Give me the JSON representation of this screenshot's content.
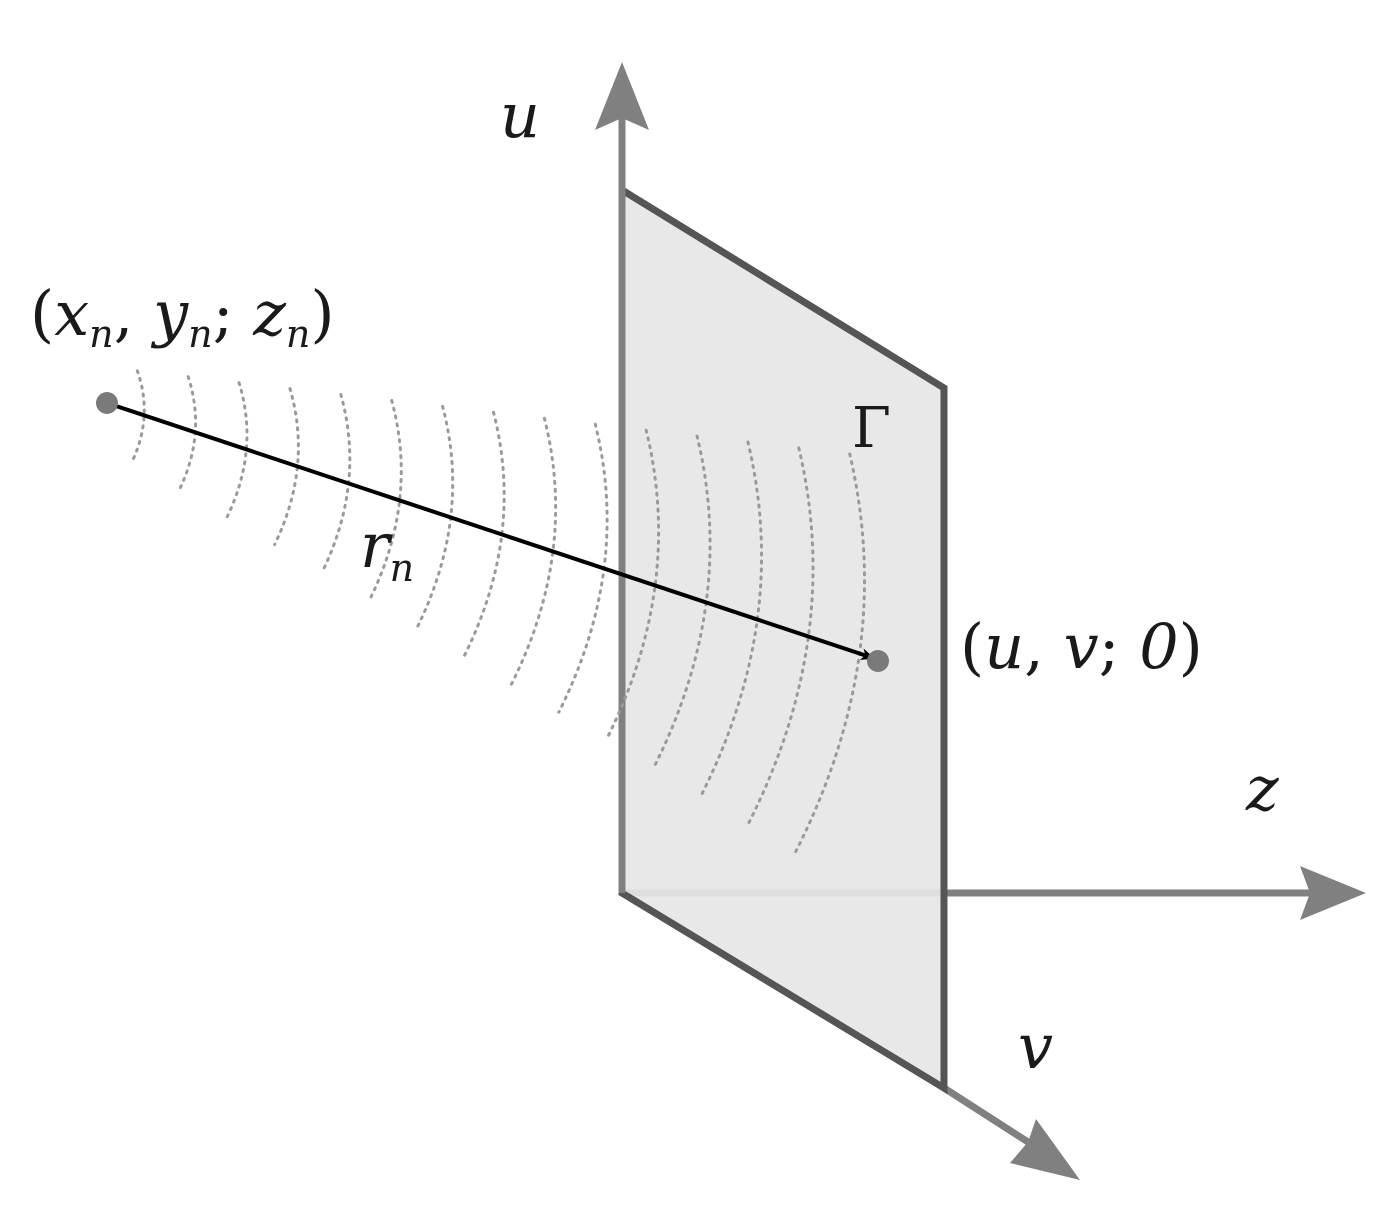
{
  "diagram": {
    "axes": {
      "u": "u",
      "v": "v",
      "z": "z"
    },
    "plane_label": "Γ",
    "source_point": {
      "open": "(",
      "x": "x",
      "x_sub": "n",
      "sep1": ", ",
      "y": "y",
      "y_sub": "n",
      "sep2": "; ",
      "z": "z",
      "z_sub": "n",
      "close": ")"
    },
    "target_point": {
      "open": "(",
      "u": "u",
      "sep1": ", ",
      "v": "v",
      "sep2": "; ",
      "zero": "0",
      "close": ")"
    },
    "distance": {
      "r": "r",
      "sub": "n"
    },
    "colors": {
      "axis": "#808080",
      "plane_fill": "#e6e6e6",
      "plane_edge": "#555555",
      "point": "#7a7a7a",
      "ray": "#000000",
      "wavefront": "#9a9a9a"
    }
  }
}
